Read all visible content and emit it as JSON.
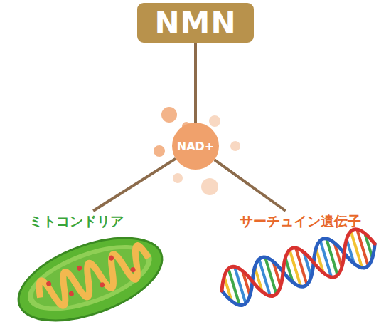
{
  "diagram": {
    "nodes": [
      {
        "text": [
          "NMN"
        ]
      },
      {
        "text": [
          "NAD+"
        ]
      },
      {
        "text": [
          "ミトコンドリア"
        ]
      },
      {
        "text": [
          "サーチュイン遺伝子"
        ]
      }
    ],
    "edges": [
      {
        "from": 0,
        "to": 1,
        "arrow": "none"
      },
      {
        "from": 1,
        "to": 2,
        "arrow": "none"
      },
      {
        "from": 1,
        "to": 3,
        "arrow": "none"
      }
    ]
  }
}
